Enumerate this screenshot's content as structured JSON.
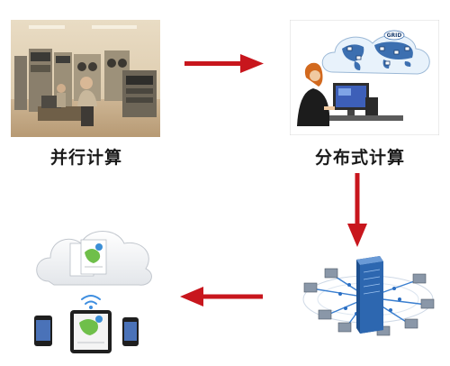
{
  "stages": {
    "parallel": {
      "label": "并行计算"
    },
    "distributed": {
      "label": "分布式计算",
      "map_badge": "GRID"
    }
  },
  "arrow_color": "#c8161d"
}
